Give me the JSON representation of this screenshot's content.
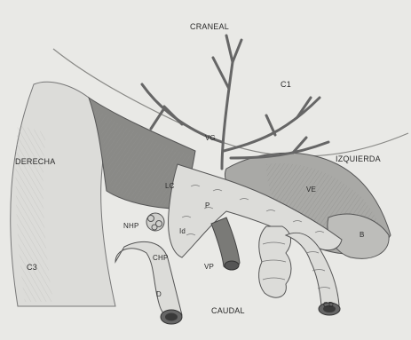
{
  "labels": {
    "craneal": "CRANEAL",
    "c1": "C1",
    "derecha": "DERECHA",
    "izquierda": "IZQUIERDA",
    "vg": "VG",
    "lc": "LC",
    "ve": "VE",
    "nhp": "NHP",
    "p": "P",
    "id": "Id",
    "b": "B",
    "c3": "C3",
    "chp": "CHP",
    "vp": "VP",
    "d": "D",
    "caudal": "CAUDAL",
    "cd": "CD"
  },
  "colors": {
    "paper": "#e9e9e6",
    "pencil": "#555555",
    "shade_dark": "#7a7a7a",
    "shade_mid": "#a9a9a6",
    "organ_light": "#d9d9d6"
  }
}
